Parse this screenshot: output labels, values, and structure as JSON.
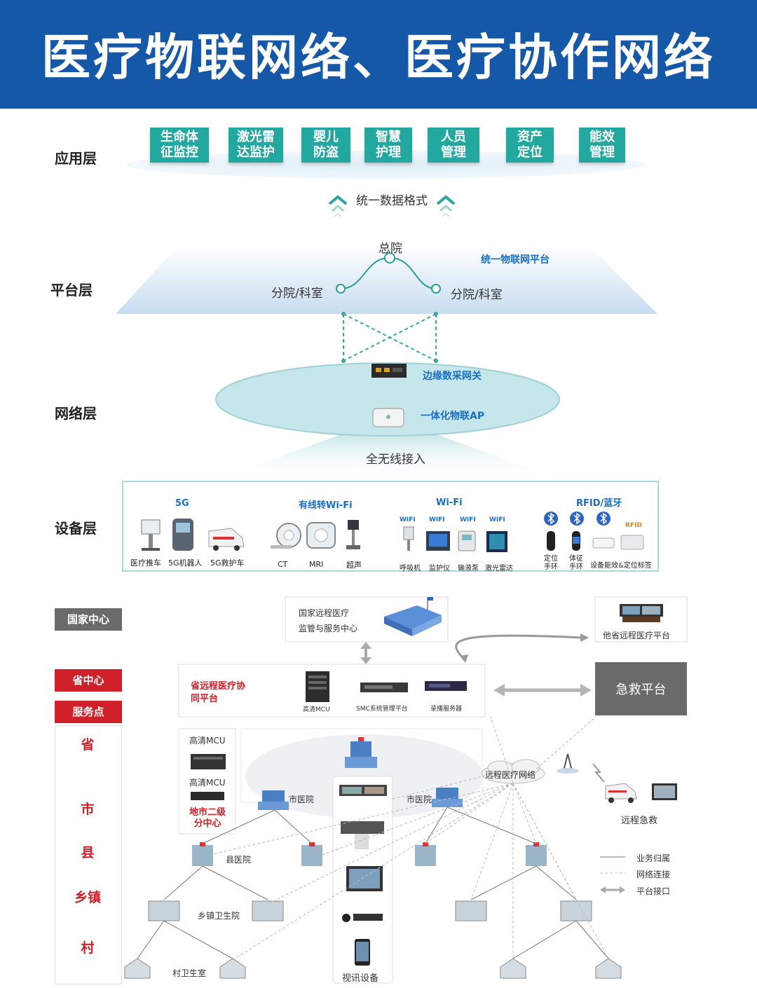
{
  "title": "医疗物联网络、医疗协作网络",
  "layers": {
    "app": "应用层",
    "platform": "平台层",
    "network": "网络层",
    "device": "设备层"
  },
  "app_items": [
    "生命体\n征监控",
    "激光雷\n达监护",
    "婴儿\n防盗",
    "智慧\n护理",
    "人员\n管理",
    "资产\n定位",
    "能效\n管理"
  ],
  "unified_data": "统一数据格式",
  "platform": {
    "hq": "总院",
    "branch_left": "分院/科室",
    "branch_right": "分院/科室",
    "iot_platform": "统一物联网平台"
  },
  "network": {
    "gateway": "边缘数采网关",
    "ap": "一体化物联AP",
    "wireless": "全无线接入"
  },
  "devices": {
    "groups": [
      "5G",
      "有线转Wi-Fi",
      "Wi-Fi",
      "RFID/蓝牙"
    ],
    "wifi_tag": "WIFI",
    "rfid_tag": "RFID",
    "labels": [
      "医疗推车",
      "5G机器人",
      "5G救护车",
      "CT",
      "MRI",
      "超声",
      "呼吸机",
      "监护仪",
      "输液泵",
      "激光雷达",
      "定位\n手环",
      "体征\n手环",
      "设备能效&定位标签"
    ]
  },
  "collab": {
    "national_center": "国家中心",
    "province_center": "省中心",
    "service_point": "服务点",
    "levels": [
      "省",
      "市",
      "县",
      "乡镇",
      "村"
    ],
    "national_box": "国家远程医疗\n监管与服务中心",
    "other_province": "他省远程医疗平台",
    "province_platform": "省远程医疗协\n同平台",
    "hd_mcu": "高清MCU",
    "smc": "SMC系统管理平台",
    "recorder": "录播服务器",
    "emergency_platform": "急救平台",
    "left_mcu1": "高清MCU",
    "left_mcu2": "高清MCU",
    "city_sub_center": "地市二级\n分中心",
    "city_hospital_left": "市医院",
    "city_hospital_right": "市医院",
    "remote_network": "远程医疗网络",
    "remote_emergency": "远程急救",
    "county_hospital": "县医院",
    "township": "乡镇卫生院",
    "village": "村卫生室",
    "video_devices": "视讯设备",
    "legend": [
      "业务归属",
      "网络连接",
      "平台接口"
    ]
  }
}
